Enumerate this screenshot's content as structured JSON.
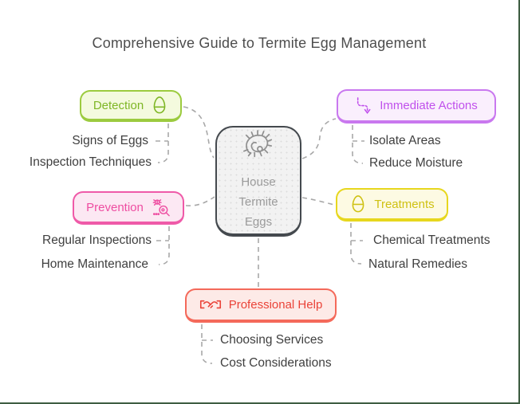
{
  "title": "Comprehensive Guide to Termite Egg Management",
  "center_node": {
    "lines": [
      "House",
      "Termite",
      "Eggs"
    ],
    "icon": "termite-larva-icon",
    "border_color": "#44494e",
    "text_color": "#9b9b9b"
  },
  "branches": [
    {
      "label": "Detection",
      "icon": "egg-icon",
      "colors": {
        "border": "#9ccb3f",
        "bg": "#f4fade",
        "text": "#7eb625"
      },
      "children": [
        "Signs of Eggs",
        "Inspection Techniques"
      ]
    },
    {
      "label": "Immediate Actions",
      "icon": "route-arrow-icon",
      "colors": {
        "border": "#c978ef",
        "bg": "#faeffd",
        "text": "#c050ec"
      },
      "children": [
        "Isolate Areas",
        "Reduce Moisture"
      ]
    },
    {
      "label": "Prevention",
      "icon": "bug-search-icon",
      "colors": {
        "border": "#ef5aa8",
        "bg": "#fce8f3",
        "text": "#ee4da1"
      },
      "children": [
        "Regular Inspections",
        "Home Maintenance"
      ]
    },
    {
      "label": "Treatments",
      "icon": "egg-icon",
      "colors": {
        "border": "#e7d71e",
        "bg": "#fdfae3",
        "text": "#cfc113"
      },
      "children": [
        "Chemical Treatments",
        "Natural Remedies"
      ]
    },
    {
      "label": "Professional Help",
      "icon": "handshake-icon",
      "colors": {
        "border": "#f4695a",
        "bg": "#fdeae7",
        "text": "#ea4338"
      },
      "children": [
        "Choosing Services",
        "Cost Considerations"
      ]
    }
  ],
  "frame": {
    "edge_border_color": "#3e5d42",
    "connector_color": "#a8a8a8"
  }
}
